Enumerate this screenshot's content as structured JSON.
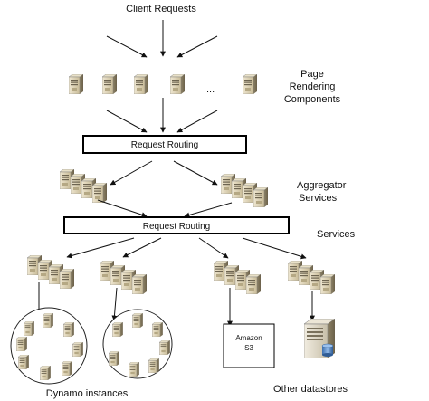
{
  "title": "Client Requests",
  "labels": {
    "page_rendering": [
      "Page",
      "Rendering",
      "Components"
    ],
    "aggregator": [
      "Aggregator",
      "Services"
    ],
    "services": "Services",
    "dynamo": "Dynamo instances",
    "other": "Other datastores"
  },
  "routing": {
    "top": "Request Routing",
    "bottom": "Request Routing"
  },
  "s3": [
    "Amazon",
    "S3"
  ],
  "ellipsis": "...",
  "icons": {
    "server": "server-icon",
    "database": "database-icon"
  }
}
